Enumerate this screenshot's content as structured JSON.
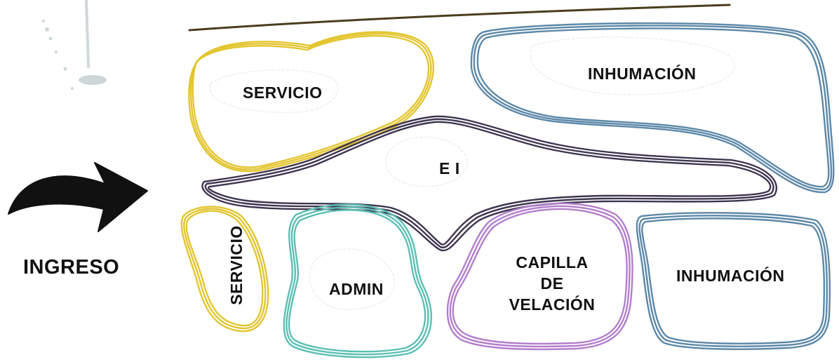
{
  "labels": {
    "servicio_top": "SERVICIO",
    "inhumacion_top": "INHUMACIÓN",
    "ei": "E I",
    "ingreso": "INGRESO",
    "servicio_vertical": "SERVICIO",
    "admin": "ADMIN",
    "capilla_line1": "CAPILLA",
    "capilla_line2": "DE",
    "capilla_line3": "VELACIÓN",
    "inhumacion_bottom": "INHUMACIÓN"
  },
  "colors": {
    "servicio": "#E3C52F",
    "inhumacion": "#5C88A8",
    "ei": "#3E3550",
    "admin": "#5BBFB3",
    "capilla": "#B37ECC",
    "top_line": "#4A3E1C",
    "arrow": "#111111"
  },
  "icons": {
    "arrow": "curved-arrow-right-icon"
  }
}
